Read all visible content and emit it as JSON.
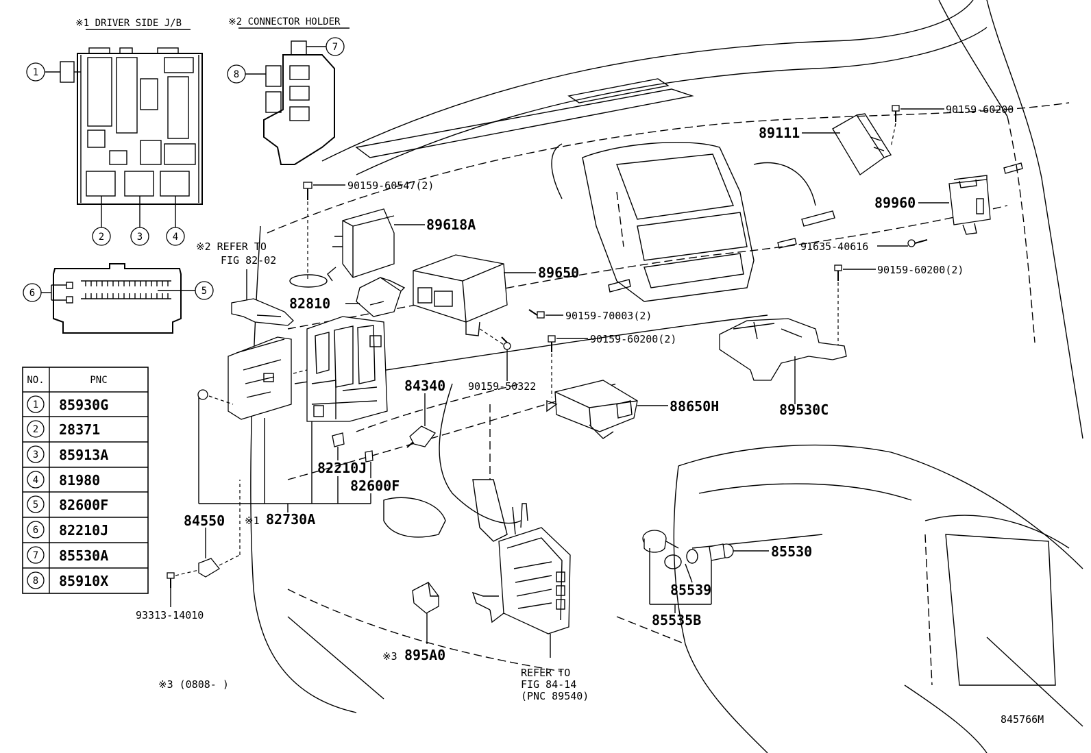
{
  "insets": {
    "driver_jb_title": "※1 DRIVER SIDE J/B",
    "connector_holder_title": "※2 CONNECTOR HOLDER"
  },
  "table": {
    "headers": [
      "NO.",
      "PNC"
    ],
    "rows": [
      {
        "no": "1",
        "pnc": "85930G"
      },
      {
        "no": "2",
        "pnc": "28371"
      },
      {
        "no": "3",
        "pnc": "85913A"
      },
      {
        "no": "4",
        "pnc": "81980"
      },
      {
        "no": "5",
        "pnc": "82600F"
      },
      {
        "no": "6",
        "pnc": "82210J"
      },
      {
        "no": "7",
        "pnc": "85530A"
      },
      {
        "no": "8",
        "pnc": "85910X"
      }
    ]
  },
  "labels": {
    "p89111": "89111",
    "p90159_60200_top": "90159-60200",
    "p89960": "89960",
    "p91635_40616": "91635-40616",
    "p90159_60200_2a": "90159-60200(2)",
    "p90159_60547": "90159-60547(2)",
    "p89618A": "89618A",
    "p89650": "89650",
    "p82810": "82810",
    "p90159_70003": "90159-70003(2)",
    "p90159_60200_2b": "90159-60200(2)",
    "p90159_50322": "90159-50322",
    "p84340": "84340",
    "p88650H": "88650H",
    "p89530C": "89530C",
    "p82210J": "82210J",
    "p82600F": "82600F",
    "p84550": "84550",
    "p82730A": "82730A",
    "p82730A_mark": "※1",
    "p93313": "93313-14010",
    "p895A0": "895A0",
    "p895A0_mark": "※3",
    "p85530": "85530",
    "p85539": "85539",
    "p85535B": "85535B",
    "refer_fig82_line1": "※2 REFER TO",
    "refer_fig82_line2": "FIG 82-02",
    "refer_fig84_line1": "REFER TO",
    "refer_fig84_line2": "FIG 84-14",
    "refer_fig84_line3": "(PNC 89540)",
    "footnote": "※3 (0808-     )",
    "figure_id": "845766M"
  },
  "callout_numbers": [
    "1",
    "2",
    "3",
    "4",
    "5",
    "6",
    "7",
    "8"
  ]
}
